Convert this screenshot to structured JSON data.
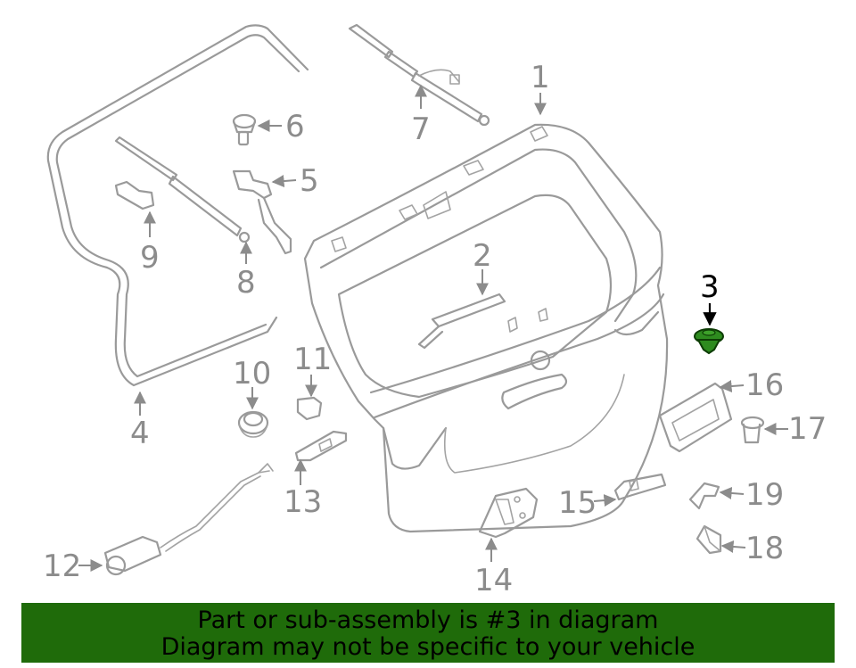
{
  "diagram": {
    "highlighted_part": "3",
    "callouts": [
      "1",
      "2",
      "3",
      "4",
      "5",
      "6",
      "7",
      "8",
      "9",
      "10",
      "11",
      "12",
      "13",
      "14",
      "15",
      "16",
      "17",
      "18",
      "19"
    ],
    "highlight_color": "#2e8b1f",
    "line_color": "#9a9a9a"
  },
  "banner": {
    "line1": "Part or sub-assembly is #3 in diagram",
    "line2": "Diagram may not be specific to your vehicle",
    "background": "#1f6b0a"
  }
}
